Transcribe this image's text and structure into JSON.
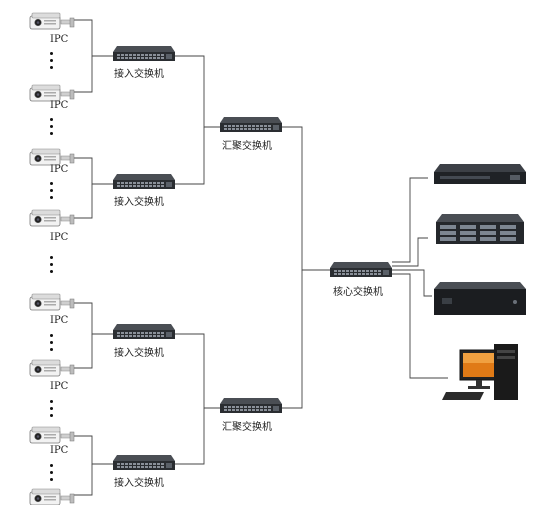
{
  "cameras": {
    "label": "IPC",
    "icon": "ip-camera-icon"
  },
  "switches": {
    "access_label": "接入交换机",
    "aggregation_label": "汇聚交换机",
    "core_label": "核心交换机"
  },
  "devices": [
    {
      "icon": "rack-server-icon"
    },
    {
      "icon": "storage-array-icon"
    },
    {
      "icon": "video-recorder-icon"
    },
    {
      "icon": "desktop-computer-icon"
    }
  ],
  "colors": {
    "line": "#444444",
    "switch_body": "#2a2d31",
    "camera_body": "#e8e8e8"
  }
}
